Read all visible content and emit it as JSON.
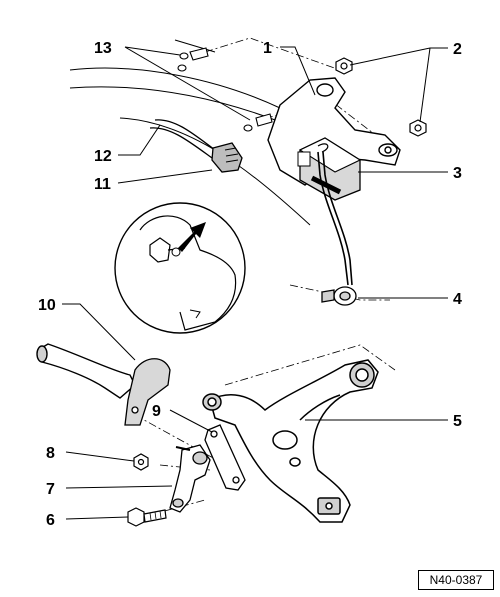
{
  "callouts": [
    {
      "id": "1",
      "label": "1"
    },
    {
      "id": "2",
      "label": "2"
    },
    {
      "id": "3",
      "label": "3"
    },
    {
      "id": "4",
      "label": "4"
    },
    {
      "id": "5",
      "label": "5"
    },
    {
      "id": "6",
      "label": "6"
    },
    {
      "id": "7",
      "label": "7"
    },
    {
      "id": "8",
      "label": "8"
    },
    {
      "id": "9",
      "label": "9"
    },
    {
      "id": "10",
      "label": "10"
    },
    {
      "id": "11",
      "label": "11"
    },
    {
      "id": "12",
      "label": "12"
    },
    {
      "id": "13",
      "label": "13"
    }
  ],
  "reference_code": "N40-0387"
}
